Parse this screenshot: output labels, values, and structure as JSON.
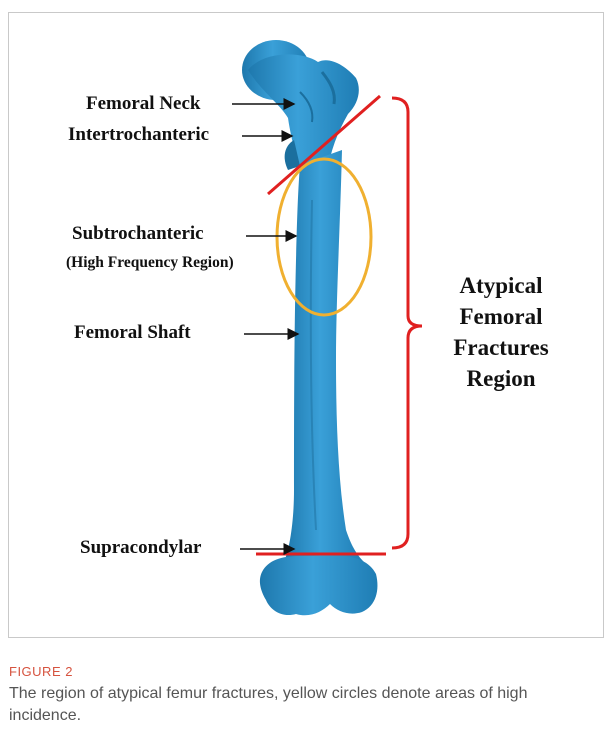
{
  "figure": {
    "labels": {
      "femoral_neck": "Femoral Neck",
      "intertrochanteric": "Intertrochanteric",
      "subtrochanteric": "Subtrochanteric",
      "high_frequency": "(High Frequency Region)",
      "femoral_shaft": "Femoral Shaft",
      "supracondylar": "Supracondylar"
    },
    "region_label": [
      "Atypical",
      "Femoral",
      "Fractures",
      "Region"
    ],
    "colors": {
      "bone": "#2a8fc8",
      "bone_shadow": "#1b6f9e",
      "boundary": "#e02020",
      "highlight": "#f0b030"
    }
  },
  "caption": {
    "heading": "FIGURE 2",
    "text": "The region of atypical femur fractures, yellow circles denote areas of high incidence."
  }
}
